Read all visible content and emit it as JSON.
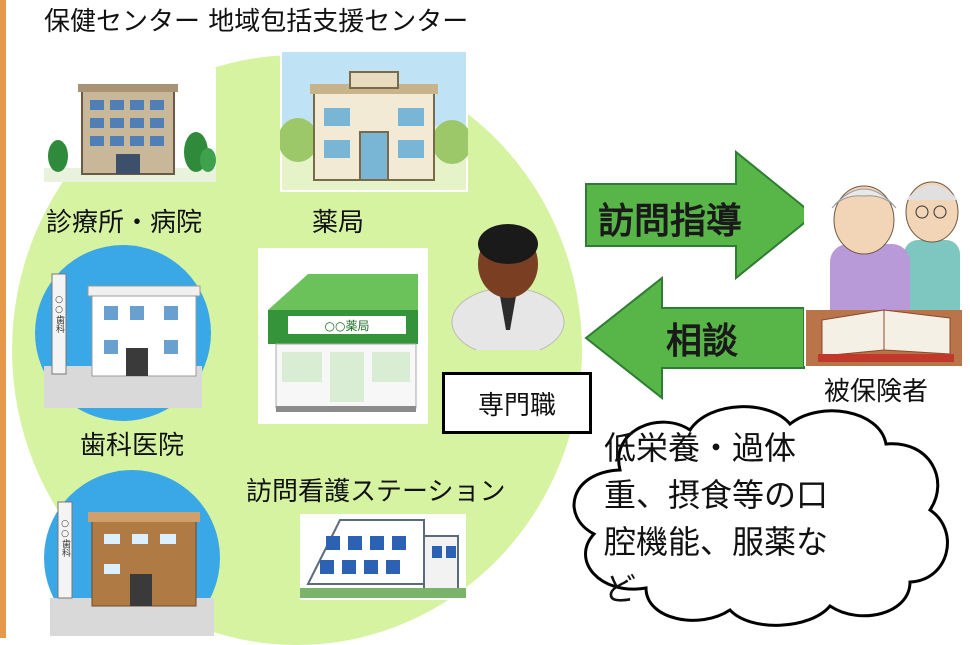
{
  "header": {
    "title": "保健センター 地域包括支援センター"
  },
  "facilities": {
    "clinic_label": "診療所・病院",
    "pharmacy_label": "薬局",
    "dental_label": "歯科医院",
    "nursing_label": "訪問看護ステーション",
    "pharmacy_sign": "○○薬局",
    "clinic_sign": "○○歯科",
    "dental_sign": "○○歯科"
  },
  "professional": {
    "label": "専門職"
  },
  "arrows": {
    "visit_label": "訪問指導",
    "consult_label": "相談"
  },
  "insured": {
    "label": "被保険者"
  },
  "cloud": {
    "text": "低栄養・過体重、摂食等の口腔機能、服薬など"
  },
  "colors": {
    "zone_green": "#d6f3a2",
    "arrow_green": "#58b547",
    "bar_orange": "#e49a4a"
  }
}
